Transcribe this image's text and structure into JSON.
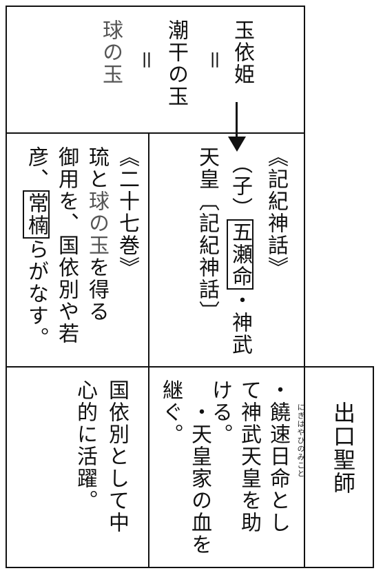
{
  "top": {
    "col1": "玉依姫",
    "col2_eq": "＝",
    "col3": "潮干の玉",
    "col4_eq": "＝",
    "col5": "球の玉"
  },
  "middle_right": {
    "line1": "《記紀神話》",
    "line2_pre": "（子）",
    "line2_box": "五瀬命",
    "line2_post": "・神武",
    "line3": "天皇〔記紀神話〕"
  },
  "middle_left": {
    "line1": "《二十七巻》",
    "line2_a": "琉と",
    "line2_b": "球の玉",
    "line2_c": "を得る",
    "line3": "御用を、国依別や若",
    "line4_pre": "彦、",
    "line4_box": "常楠",
    "line4_post": "らがなす。"
  },
  "bottom": {
    "label": "出口聖師",
    "ruby": "にぎはやひのみこと",
    "col1": "・饒速日命とし",
    "col2": "て神武天皇を助",
    "col3": "ける。",
    "col4": "・天皇家の血を",
    "col5": "継ぐ。",
    "left1": "国依別として中",
    "left2": "心的に活躍。"
  }
}
